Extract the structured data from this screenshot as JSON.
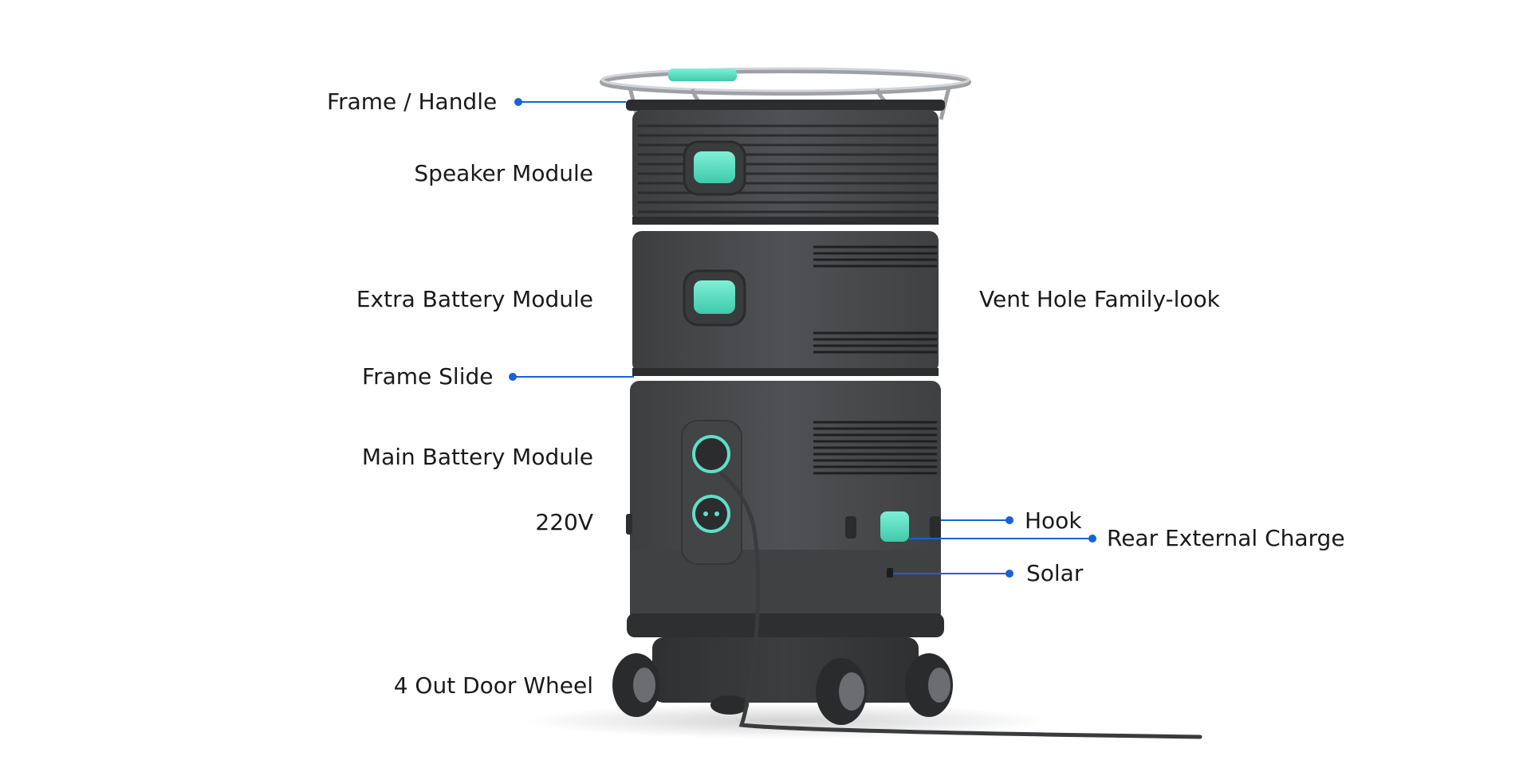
{
  "labels": {
    "frame_handle": "Frame / Handle",
    "speaker_module": "Speaker Module",
    "extra_battery_module": "Extra Battery Module",
    "frame_slide": "Frame Slide",
    "main_battery_module": "Main Battery Module",
    "voltage": "220V",
    "out_door_wheel": "4 Out Door Wheel",
    "vent_hole": "Vent Hole Family-look",
    "hook": "Hook",
    "rear_external_charge": "Rear External Charge",
    "solar": "Solar"
  },
  "colors": {
    "leader_line": "#1763d6",
    "body_dark": "#4a4b4d",
    "body_darker": "#3a3b3d",
    "accent_mint": "#5fe0c4",
    "frame_metal": "#b9bcc0",
    "text": "#1a1a1a"
  }
}
